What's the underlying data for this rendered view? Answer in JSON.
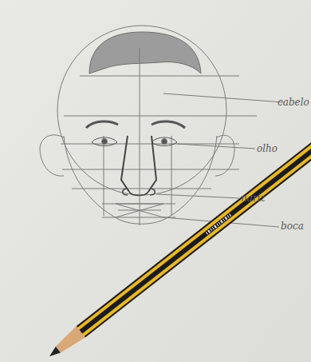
{
  "diagram": {
    "labels": [
      "cabelo",
      "olho",
      "nariz",
      "boca"
    ]
  }
}
